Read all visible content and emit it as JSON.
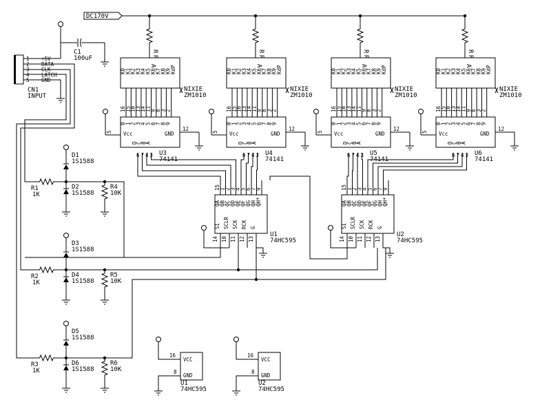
{
  "supply": {
    "label": "DC170V"
  },
  "connector": {
    "ref": "CN1",
    "name": "INPUT",
    "pins": [
      {
        "num": "1",
        "name": "+5V"
      },
      {
        "num": "2",
        "name": "DATA"
      },
      {
        "num": "3",
        "name": "CLK"
      },
      {
        "num": "4",
        "name": "LATCH"
      },
      {
        "num": "5",
        "name": "GND"
      }
    ]
  },
  "cap": {
    "ref": "C1",
    "value": "100uF"
  },
  "nixies": [
    {
      "part": "NIXIE",
      "model": "ZM1010",
      "res": "R"
    },
    {
      "part": "NIXIE",
      "model": "ZM1010",
      "res": "R"
    },
    {
      "part": "NIXIE",
      "model": "ZM1010",
      "res": "R"
    },
    {
      "part": "NIXIE",
      "model": "ZM1010",
      "res": "R"
    }
  ],
  "nixie_pins": [
    "K0",
    "K1",
    "K2",
    "K3",
    "K4",
    "K5",
    "K6",
    "K7",
    "K8",
    "K9",
    "KdP"
  ],
  "anode_label": "A",
  "drivers": [
    {
      "ref": "U3",
      "part": "74141"
    },
    {
      "ref": "U4",
      "part": "74141"
    },
    {
      "ref": "U5",
      "part": "74141"
    },
    {
      "ref": "U6",
      "part": "74141"
    }
  ],
  "driver_out_pins": [
    "16",
    "15",
    "10",
    "13",
    "14",
    "11",
    "9",
    "8",
    "3",
    "2"
  ],
  "driver_out_names": [
    "0",
    "1",
    "2",
    "3",
    "4",
    "5",
    "6",
    "7",
    "8",
    "9"
  ],
  "driver_vcc": {
    "pin": "5",
    "name": "Vcc"
  },
  "driver_gnd": {
    "pin": "12",
    "name": "GND"
  },
  "driver_in_names": [
    "D",
    "C",
    "B",
    "A"
  ],
  "driver_in_pins": [
    "6",
    "7",
    "4",
    "3"
  ],
  "shift": [
    {
      "ref": "U1",
      "part": "74HC595"
    },
    {
      "ref": "U2",
      "part": "74HC595"
    }
  ],
  "shift_out_pins": [
    "15",
    "1",
    "2",
    "3",
    "4",
    "5",
    "6",
    "7",
    "9"
  ],
  "shift_out_names": [
    "QA",
    "QB",
    "QC",
    "QD",
    "QE",
    "QF",
    "QG",
    "QH",
    "QH*"
  ],
  "shift_in_pins": [
    "14",
    "10",
    "11",
    "12",
    "13"
  ],
  "shift_in_names": [
    "SI",
    "SCLR",
    "SCK",
    "RCK",
    "G"
  ],
  "diodes": [
    {
      "ref": "D1",
      "part": "1S1588"
    },
    {
      "ref": "D2",
      "part": "1S1588"
    },
    {
      "ref": "D3",
      "part": "1S1588"
    },
    {
      "ref": "D4",
      "part": "1S1588"
    },
    {
      "ref": "D5",
      "part": "1S1588"
    },
    {
      "ref": "D6",
      "part": "1S1588"
    }
  ],
  "series_res": [
    {
      "ref": "R1",
      "value": "1K"
    },
    {
      "ref": "R2",
      "value": "1K"
    },
    {
      "ref": "R3",
      "value": "1K"
    }
  ],
  "pulldown_res": [
    {
      "ref": "R4",
      "value": "10K"
    },
    {
      "ref": "R5",
      "value": "10K"
    },
    {
      "ref": "R6",
      "value": "10K"
    }
  ],
  "power_units": [
    {
      "ref": "U1",
      "part": "74HC595",
      "vcc_pin": "16",
      "gnd_pin": "8",
      "vcc": "VCC",
      "gnd": "GND"
    },
    {
      "ref": "U2",
      "part": "74HC595",
      "vcc_pin": "16",
      "gnd_pin": "8",
      "vcc": "VCC",
      "gnd": "GND"
    }
  ]
}
